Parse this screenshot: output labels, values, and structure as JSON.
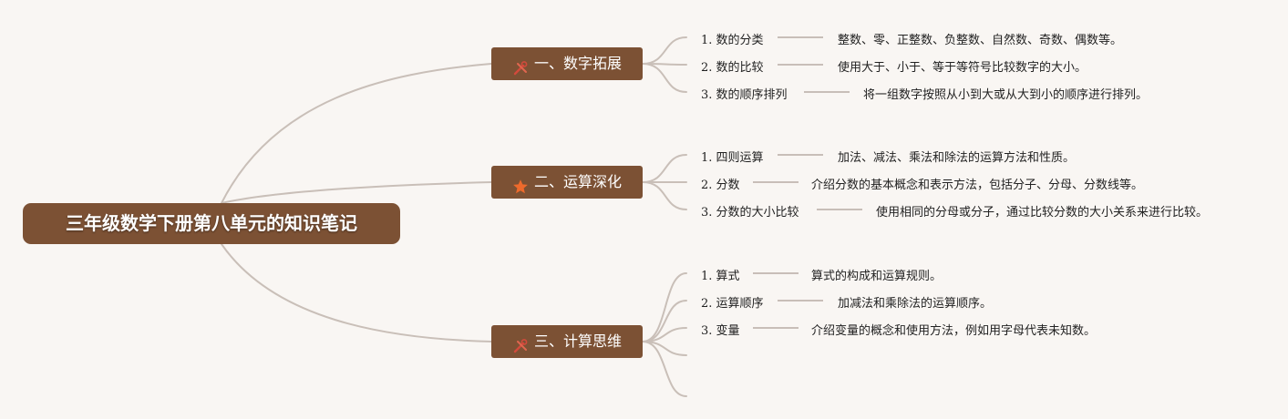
{
  "root": {
    "title": "三年级数学下册第八单元的知识笔记"
  },
  "branches": [
    {
      "title": "一、数字拓展",
      "icon": "tools-icon",
      "items": [
        {
          "label": "1. 数的分类",
          "desc": "整数、零、正整数、负整数、自然数、奇数、偶数等。"
        },
        {
          "label": "2. 数的比较",
          "desc": "使用大于、小于、等于等符号比较数字的大小。"
        },
        {
          "label": "3. 数的顺序排列",
          "desc": "将一组数字按照从小到大或从大到小的顺序进行排列。"
        }
      ]
    },
    {
      "title": "二、运算深化",
      "icon": "star-icon",
      "items": [
        {
          "label": "1. 四则运算",
          "desc": "加法、减法、乘法和除法的运算方法和性质。"
        },
        {
          "label": "2. 分数",
          "desc": "介绍分数的基本概念和表示方法，包括分子、分母、分数线等。"
        },
        {
          "label": "3. 分数的大小比较",
          "desc": "使用相同的分母或分子，通过比较分数的大小关系来进行比较。"
        }
      ]
    },
    {
      "title": "三、计算思维",
      "icon": "tools-icon",
      "items": [
        {
          "label": "1. 算式",
          "desc": "算式的构成和运算规则。"
        },
        {
          "label": "2. 运算顺序",
          "desc": "加减法和乘除法的运算顺序。"
        },
        {
          "label": "3. 变量",
          "desc": "介绍变量的概念和使用方法，例如用字母代表未知数。"
        }
      ]
    }
  ],
  "colors": {
    "background": "#f9f6f3",
    "node_fill": "#7c5134",
    "link": "#c9bfb8",
    "star": "#ee6a2c",
    "tools": "#d24a3c"
  }
}
